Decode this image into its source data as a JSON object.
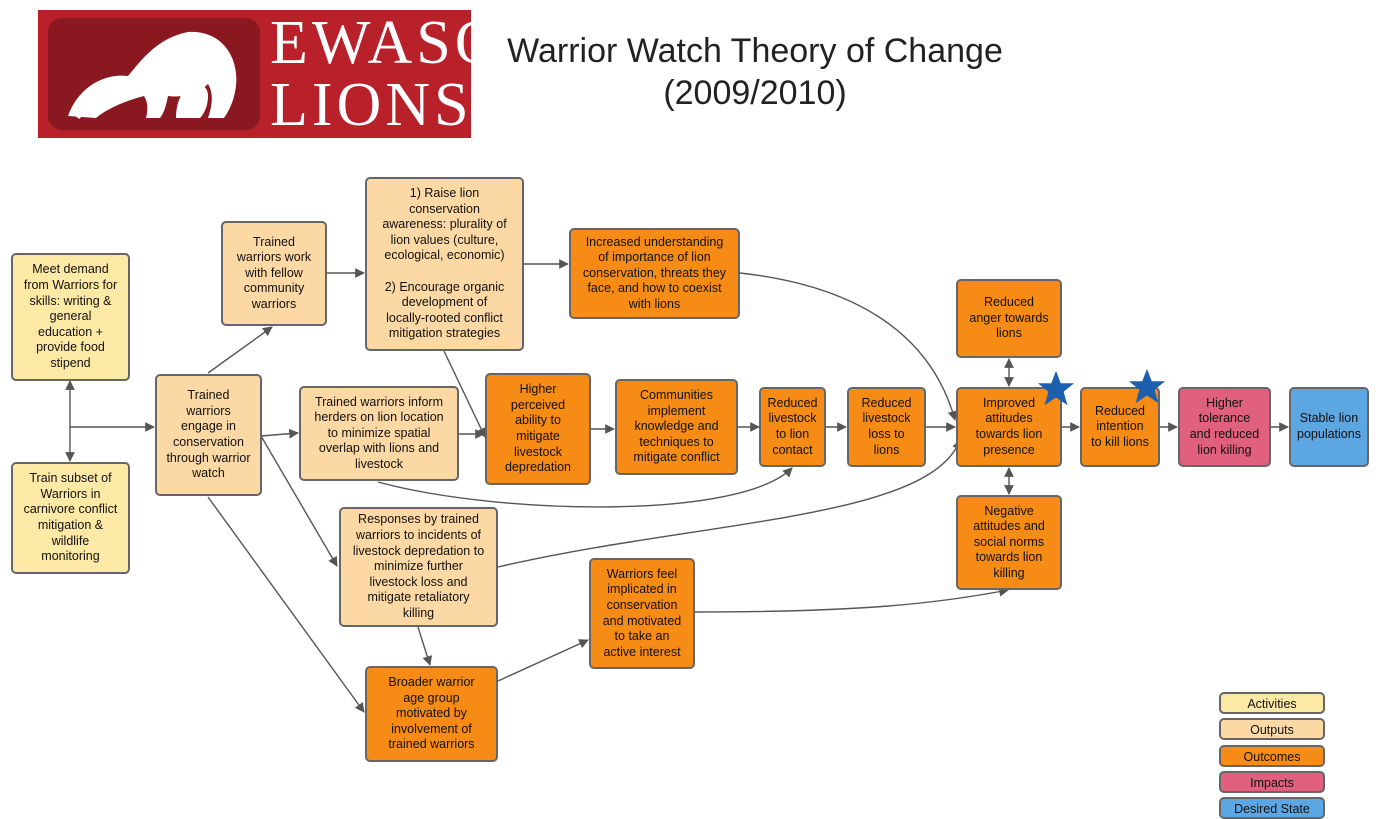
{
  "header": {
    "logo_line1": "EWASO",
    "logo_line2": "LIONS",
    "title_line1": "Warrior Watch Theory of Change",
    "title_line2": "(2009/2010)"
  },
  "colors": {
    "logo_red": "#b8202a",
    "activities": "#fde9a6",
    "outputs": "#fcd9a4",
    "outcomes": "#f68b16",
    "impacts": "#e0607d",
    "desired_state": "#5ca6e2",
    "star": "#1c5fae",
    "edge": "#555555"
  },
  "icons": {
    "logo": "lion-and-lioness-logo-icon",
    "star": "star-icon"
  },
  "nodes": {
    "meet_demand": "Meet demand\nfrom Warriors for\nskills: writing &\ngeneral\neducation +\nprovide food\nstipend",
    "train_subset": "Train subset of\nWarriors in\ncarnivore conflict\nmitigation &\nwildlife\nmonitoring",
    "trained_engage": "Trained\nwarriors\nengage in\nconservation\nthrough warrior\nwatch",
    "trained_work": "Trained\nwarriors work\nwith fellow\ncommunity\nwarriors",
    "raise_awareness": "1) Raise lion\nconservation\nawareness: plurality of\nlion values (culture,\necological, economic)\n\n2) Encourage organic\ndevelopment of\nlocally-rooted conflict\nmitigation strategies",
    "increased_understanding": "Increased understanding\nof importance of lion\nconservation, threats they\nface, and how to coexist\nwith lions",
    "inform_herders": "Trained warriors inform\nherders on lion location\nto minimize spatial\noverlap with lions and\nlivestock",
    "higher_perceived": "Higher\nperceived\nability to\nmitigate\nlivestock\ndepredation",
    "communities_implement": "Communities\nimplement\nknowledge and\ntechniques to\nmitigate conflict",
    "reduced_contact": "Reduced\nlivestock\nto lion\ncontact",
    "reduced_loss": "Reduced\nlivestock\nloss to\nlions",
    "reduced_anger": "Reduced\nanger towards\nlions",
    "improved_attitudes": "Improved\nattitudes\ntowards lion\npresence",
    "negative_attitudes": "Negative\nattitudes and\nsocial norms\ntowards lion\nkilling",
    "reduced_intention": "Reduced\nintention\nto kill lions",
    "higher_tolerance": "Higher\ntolerance\nand reduced\nlion killing",
    "stable_populations": "Stable lion\npopulations",
    "responses": "Responses by trained\nwarriors to incidents of\nlivestock depredation to\nminimize further\nlivestock loss and\nmitigate retaliatory\nkilling",
    "warriors_feel": "Warriors feel\nimplicated in\nconservation\nand motivated\nto take an\nactive interest",
    "broader_group": "Broader warrior\nage group\nmotivated by\ninvolvement of\ntrained warriors"
  },
  "legend": {
    "activities": "Activities",
    "outputs": "Outputs",
    "outcomes": "Outcomes",
    "impacts": "Impacts",
    "desired_state": "Desired State"
  }
}
